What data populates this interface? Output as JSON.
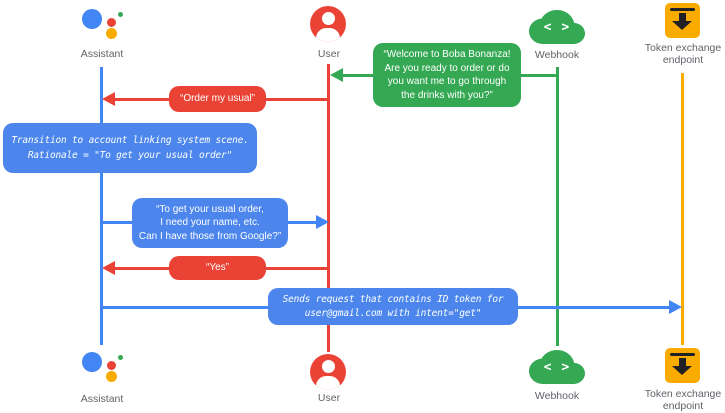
{
  "colors": {
    "blue": "#4285F4",
    "red": "#EA4335",
    "green": "#34A853",
    "yellow": "#F9AB00",
    "label_gray": "#5F6368",
    "bubble_text": "#FFFFFF"
  },
  "actors": {
    "assistant": {
      "label": "Assistant",
      "icon": "google-assistant-icon",
      "lifeline_color": "#4285F4"
    },
    "user": {
      "label": "User",
      "icon": "user-icon",
      "lifeline_color": "#EA4335"
    },
    "webhook": {
      "label": "Webhook",
      "icon": "webhook-cloud-icon",
      "glyph": "< >",
      "lifeline_color": "#34A853"
    },
    "token_endpoint": {
      "label_line1": "Token exchange",
      "label_line2": "endpoint",
      "icon": "token-endpoint-icon",
      "lifeline_color": "#F9AB00"
    }
  },
  "messages": {
    "welcome": {
      "from": "Webhook",
      "to": "User",
      "style": "speech",
      "color": "#34A853",
      "lines": [
        "“Welcome to Boba Bonanza!",
        "Are you ready to order or do",
        "you want me to go through",
        "the drinks with you?”"
      ]
    },
    "order_usual": {
      "from": "User",
      "to": "Assistant",
      "style": "speech",
      "color": "#EA4335",
      "lines": [
        "“Order my usual”"
      ]
    },
    "transition": {
      "from": "Assistant",
      "to": "Assistant",
      "style": "system",
      "color": "#4C86EC",
      "lines": [
        "Transition to account linking system scene.",
        "Rationale = \"To get your usual order\""
      ]
    },
    "ask_permission": {
      "from": "Assistant",
      "to": "User",
      "style": "speech",
      "color": "#4C86EC",
      "lines": [
        "“To get your usual order,",
        "I need your name, etc.",
        "Can I have those from Google?”"
      ]
    },
    "yes": {
      "from": "User",
      "to": "Assistant",
      "style": "speech",
      "color": "#EA4335",
      "lines": [
        "“Yes”"
      ]
    },
    "send_token": {
      "from": "Assistant",
      "to": "Token exchange endpoint",
      "style": "system",
      "color": "#4C86EC",
      "lines": [
        "Sends request that contains ID token for",
        "user@gmail.com with intent=\"get\""
      ]
    }
  }
}
